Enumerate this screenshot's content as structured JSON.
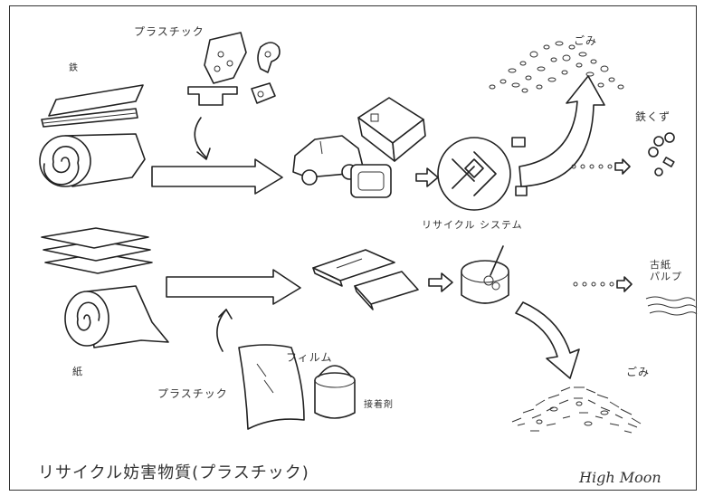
{
  "labels": {
    "plastic_top": "プラスチック",
    "iron": "鉄",
    "garbage_top": "ごみ",
    "iron_scrap": "鉄くず",
    "recycle_system": "リサイクル システム",
    "used_paper_pulp_1": "古紙",
    "used_paper_pulp_2": "パルプ",
    "paper": "紙",
    "film": "フィルム",
    "plastic_bottom": "プラスチック",
    "adhesive": "接着剤",
    "garbage_bottom": "ごみ"
  },
  "title": "リサイクル妨害物質(プラスチック)",
  "signature": "High Moon"
}
